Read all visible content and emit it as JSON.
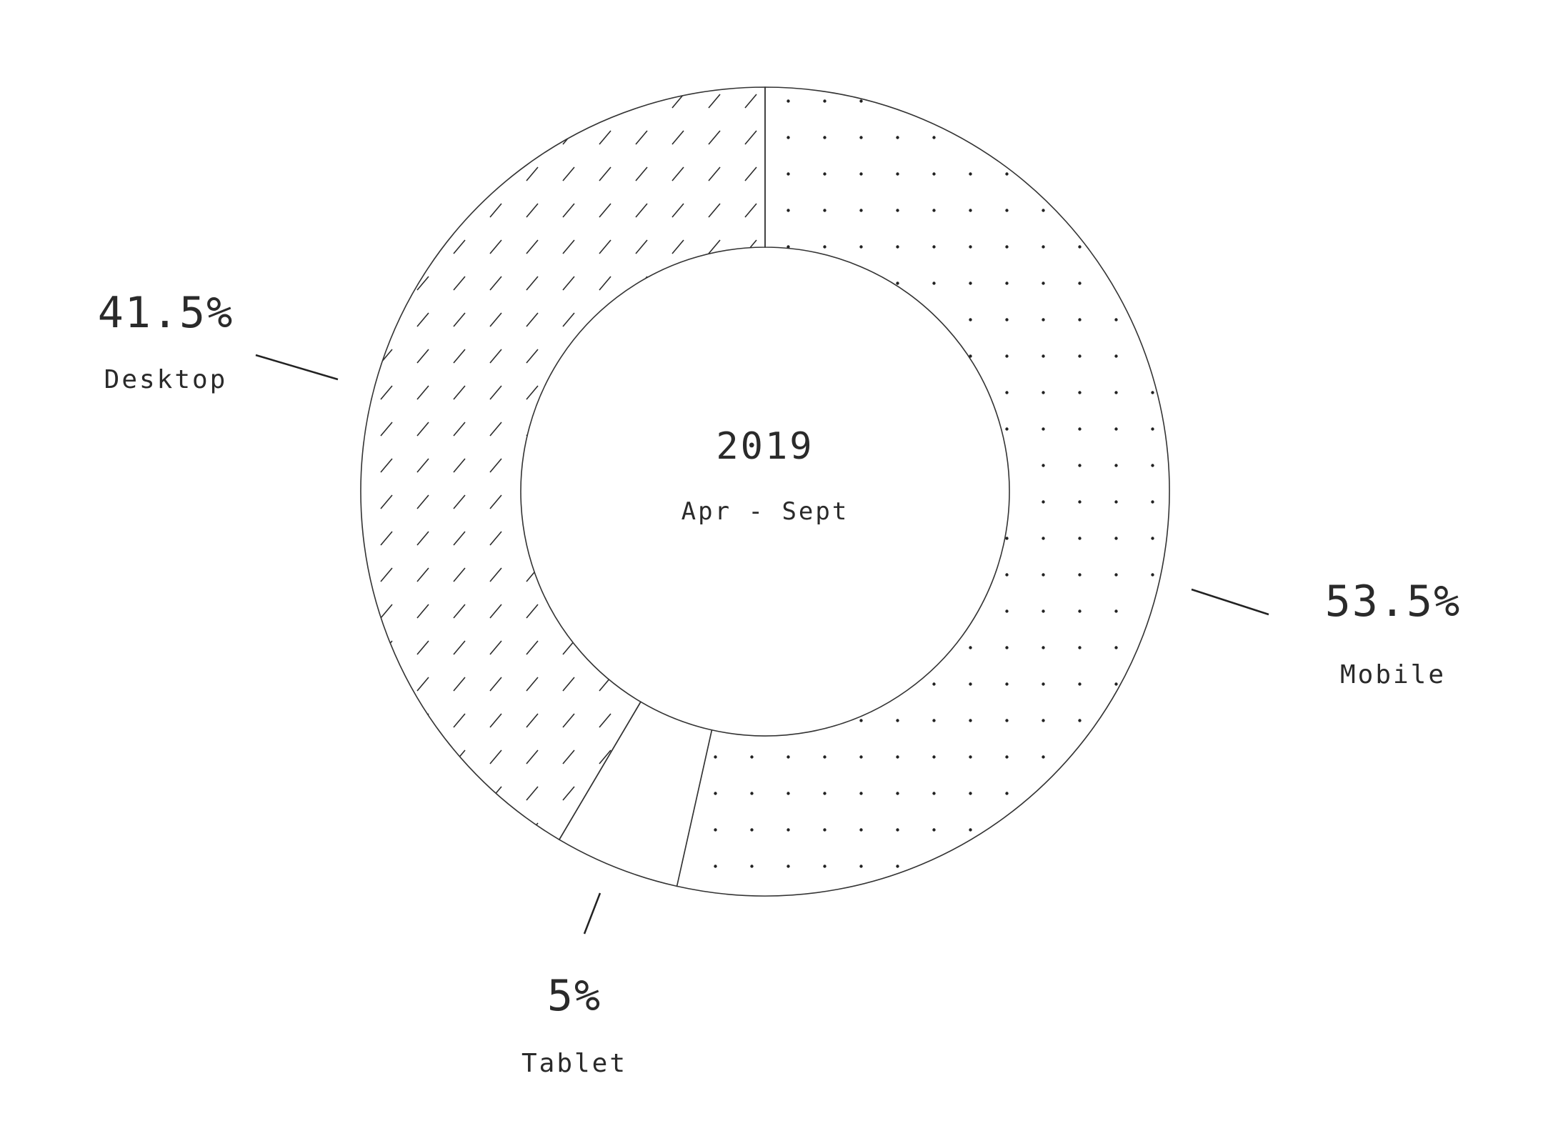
{
  "chart_data": {
    "type": "pie",
    "variant": "donut",
    "center_title": "2019",
    "center_subtitle": "Apr - Sept",
    "slices": [
      {
        "label": "Mobile",
        "value": 53.5,
        "value_label": "53.5%",
        "pattern": "dots"
      },
      {
        "label": "Tablet",
        "value": 5,
        "value_label": "5%",
        "pattern": "none"
      },
      {
        "label": "Desktop",
        "value": 41.5,
        "value_label": "41.5%",
        "pattern": "hatch"
      }
    ],
    "start_angle": "12 o'clock",
    "direction": "clockwise",
    "colors": {
      "stroke": "#333333",
      "pattern": "#222222",
      "background": "#ffffff"
    }
  }
}
